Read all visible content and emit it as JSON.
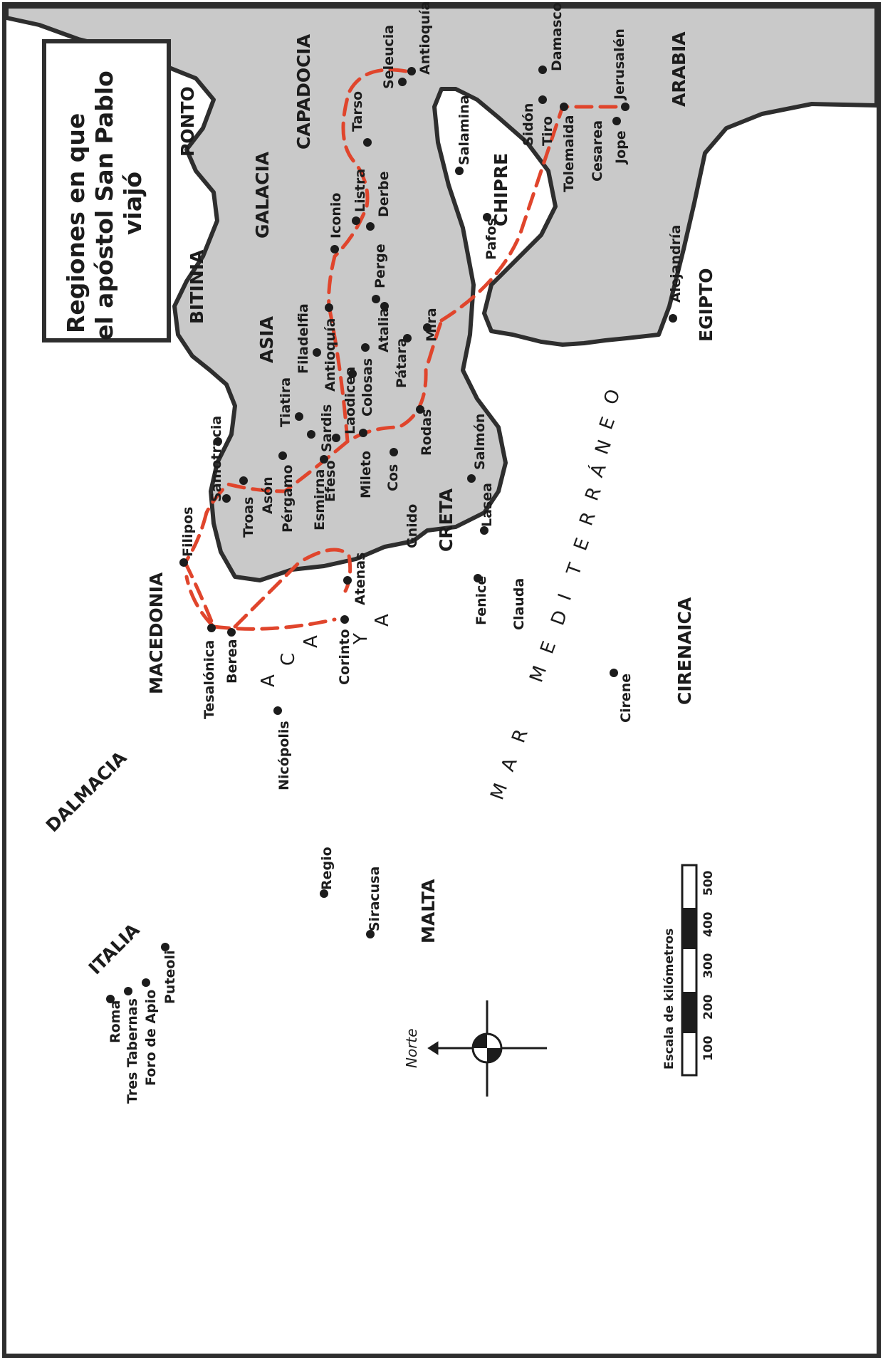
{
  "title_lines": [
    "Regiones en que",
    "el apóstol San Pablo",
    "viajó"
  ],
  "colors": {
    "land": "#c9c9c9",
    "sea": "#ffffff",
    "coast": "#2e2e2e",
    "route": "#e0452c"
  },
  "regions": {
    "ponto": "PONTO",
    "capadocia": "CAPADOCIA",
    "galacia": "GALACIA",
    "bitinia": "BITINIA",
    "asia": "ASIA",
    "arabia": "ARABIA",
    "egipto": "EGIPTO",
    "chipre": "CHIPRE",
    "macedonia": "MACEDONIA",
    "creta": "CRETA",
    "cirenaica": "CIRENAICA",
    "dalmacia": "DALMACIA",
    "italia": "ITALIA",
    "malta": "MALTA"
  },
  "sea_letters": [
    "M",
    "A",
    "R",
    "M",
    "E",
    "D",
    "I",
    "T",
    "E",
    "R",
    "R",
    "Á",
    "N",
    "E",
    "O"
  ],
  "acaya_letters": [
    "A",
    "C",
    "A",
    "Y",
    "A"
  ],
  "cities": {
    "seleucia": "Seleucia",
    "antioquia_siria": "Antioquía",
    "damasco": "Damasco",
    "jerusalen": "Jerusalén",
    "salamina": "Salamina",
    "sidon": "Sidón",
    "tiro": "Tiro",
    "tolemaida": "Tolemaida",
    "cesarea": "Cesarea",
    "jope": "Jope",
    "tarso": "Tarso",
    "listra": "Listra",
    "derbe": "Derbe",
    "iconio": "Iconio",
    "pafos": "Pafos",
    "alejandria": "Alejandría",
    "perge": "Perge",
    "atalia": "Atalia",
    "mira": "Mira",
    "patara": "Pátara",
    "antioquia_pisidia": "Antioquía",
    "filadelfia": "Filadelfia",
    "colosas": "Colosas",
    "laodicea": "Laodicea",
    "tiatira": "Tiatira",
    "sardis": "Sardis",
    "rodas": "Rodas",
    "efeso": "Efeso",
    "mileto": "Mileto",
    "cos": "Cos",
    "samotracia": "Samotracia",
    "pergamo": "Pérgamo",
    "esmirna": "Esmirna",
    "ason": "Asón",
    "troas": "Troas",
    "filipos": "Filipos",
    "gnido": "Gnido",
    "salmon": "Salmón",
    "lasea": "Lasea",
    "atenas": "Atenas",
    "fenice": "Fenice",
    "clauda": "Clauda",
    "tesalonica": "Tesalónica",
    "berea": "Berea",
    "corinto": "Corinto",
    "cirene": "Cirene",
    "nicopolis": "Nicópolis",
    "regio": "Regio",
    "siracusa": "Siracusa",
    "roma": "Roma",
    "tres_tabernas": "Tres Tabernas",
    "foro_de_apio": "Foro de Apio",
    "puteoli": "Puteoli"
  },
  "compass_label": "Norte",
  "scale": {
    "label": "Escala de kilómetros",
    "ticks": [
      "100",
      "200",
      "300",
      "400",
      "500"
    ]
  }
}
